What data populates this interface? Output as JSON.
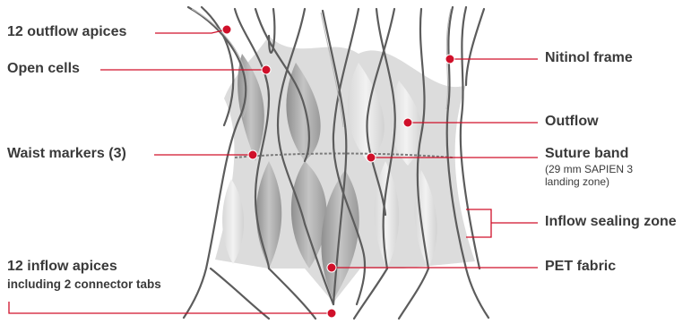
{
  "colors": {
    "leader": "#d0102a",
    "marker": "#d0102a",
    "text": "#3a3a3a",
    "frame": "#5c5c5c",
    "fabric_dark": "#9a9a9a",
    "fabric_light": "#e4e4e4"
  },
  "labels": {
    "outflow_apices": "12 outflow apices",
    "open_cells": "Open cells",
    "waist_markers": "Waist markers (3)",
    "inflow_apices": "12 inflow apices",
    "inflow_apices_sub": "including 2 connector tabs",
    "nitinol_frame": "Nitinol frame",
    "outflow": "Outflow",
    "suture_band": "Suture band",
    "suture_band_note_1": "(29 mm SAPIEN 3",
    "suture_band_note_2": "landing zone)",
    "inflow_sealing_zone": "Inflow sealing zone",
    "pet_fabric": "PET fabric"
  }
}
